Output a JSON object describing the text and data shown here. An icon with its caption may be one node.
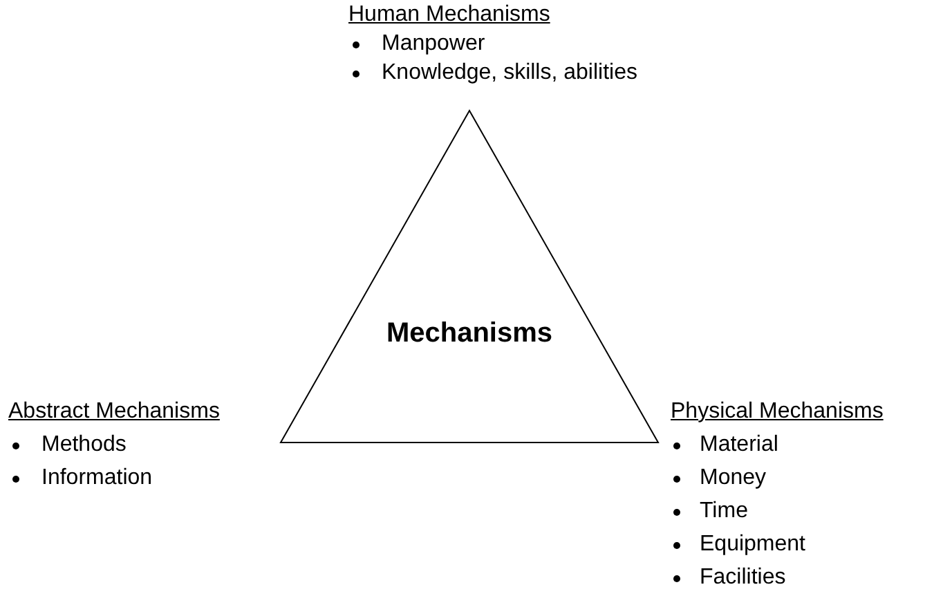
{
  "diagram": {
    "nodes": [
      {
        "text": [
          "Mechanisms"
        ]
      }
    ],
    "labels": [
      "Human Mechanisms",
      "Manpower",
      "Knowledge, skills, abilities",
      "Abstract Mechanisms",
      "Methods",
      "Information",
      "Physical Mechanisms",
      "Material",
      "Money",
      "Time",
      "Equipment",
      "Facilities"
    ]
  }
}
